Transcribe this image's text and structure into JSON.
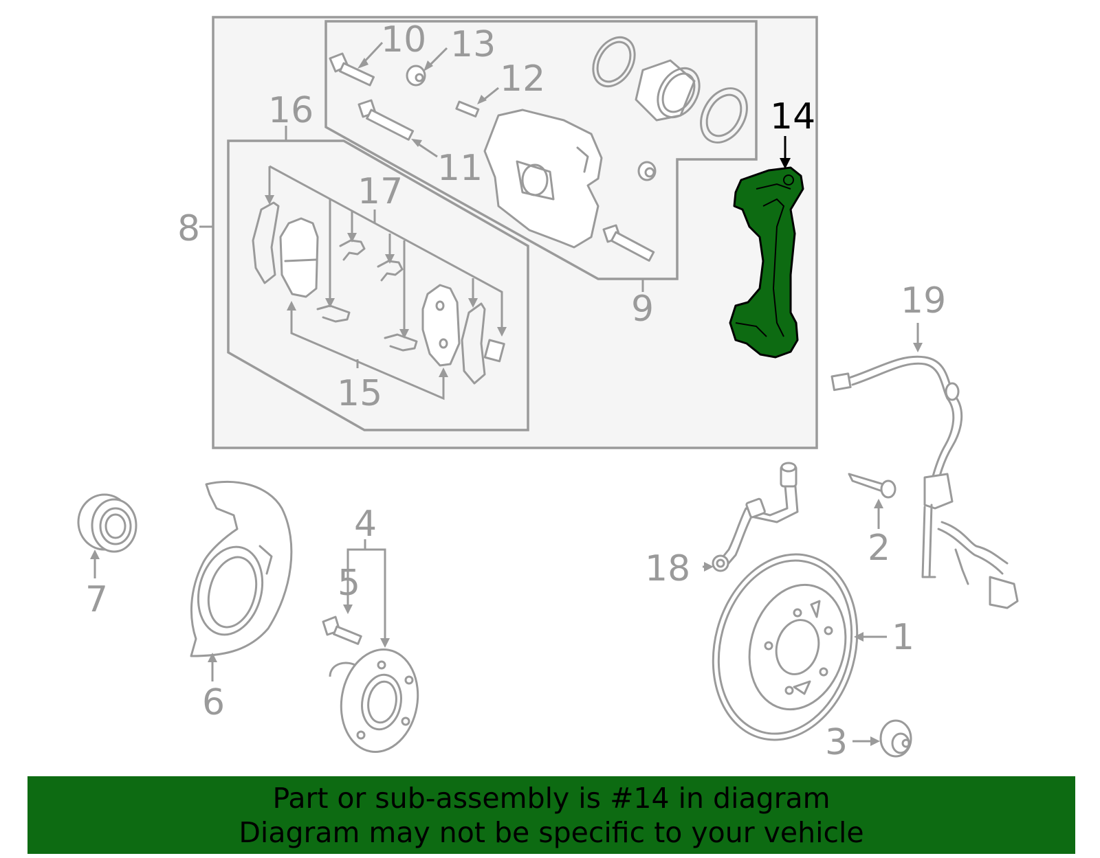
{
  "callouts": {
    "c1": "1",
    "c2": "2",
    "c3": "3",
    "c4": "4",
    "c5": "5",
    "c6": "6",
    "c7": "7",
    "c8": "8",
    "c9": "9",
    "c10": "10",
    "c11": "11",
    "c12": "12",
    "c13": "13",
    "c14": "14",
    "c15": "15",
    "c16": "16",
    "c17": "17",
    "c18": "18",
    "c19": "19"
  },
  "highlight": {
    "part": "14",
    "color": "#0d6b12",
    "label_color": "#000000"
  },
  "colors": {
    "line": "#9a9a9a",
    "panel": "#f5f5f5",
    "banner": "#0d6b12"
  },
  "banner": {
    "line1": "Part or sub-assembly is #14 in diagram",
    "line2": "Diagram may not be specific to your vehicle"
  }
}
